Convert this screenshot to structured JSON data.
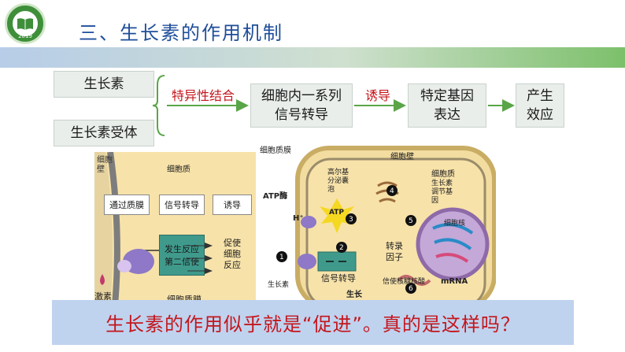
{
  "title": "三、生长素的作用机制",
  "logo": {
    "year": "2019"
  },
  "flow": {
    "source_top": "生长素",
    "source_bottom": "生长素受体",
    "label_bind": "特异性结合",
    "step1": "细胞内一系列信号转导",
    "label_induce": "诱导",
    "step2": "特定基因表达",
    "step3": "产生效应"
  },
  "left_panel": {
    "wall": "细胞壁",
    "cytoplasm": "细胞质",
    "box1": "通过质膜",
    "box2": "信号转导",
    "box3": "诱导",
    "reaction_line1": "发生反应",
    "reaction_line2": "第二信使",
    "promote": "促使细胞反应",
    "hormone": "激素",
    "membrane": "细胞质膜"
  },
  "right_panel": {
    "membrane": "细胞质膜",
    "wall": "细胞壁",
    "cytoplasm": "细胞质",
    "golgi": "高尔基分泌囊泡",
    "atpase": "ATP酶",
    "h_plus": "H⁺",
    "atp": "ATP",
    "regulated_gene": "生长素调节基因",
    "nucleus": "细胞核",
    "tf": "转录因子",
    "signal": "信号转导",
    "auxin": "生长素",
    "second_messenger": "信使核糖核酸",
    "mrna": "mRNA",
    "growth": "生长",
    "n1": "1",
    "n2": "2",
    "n3": "3",
    "n4": "4",
    "n5": "5",
    "n6": "6"
  },
  "banner": "生长素的作用似乎就是“促进”。真的是这样吗？",
  "colors": {
    "title": "#1f4e9a",
    "accent_red": "#c4161c",
    "banner_bg": "#bfd3ef",
    "panel_bg": "#f7e2a9"
  }
}
